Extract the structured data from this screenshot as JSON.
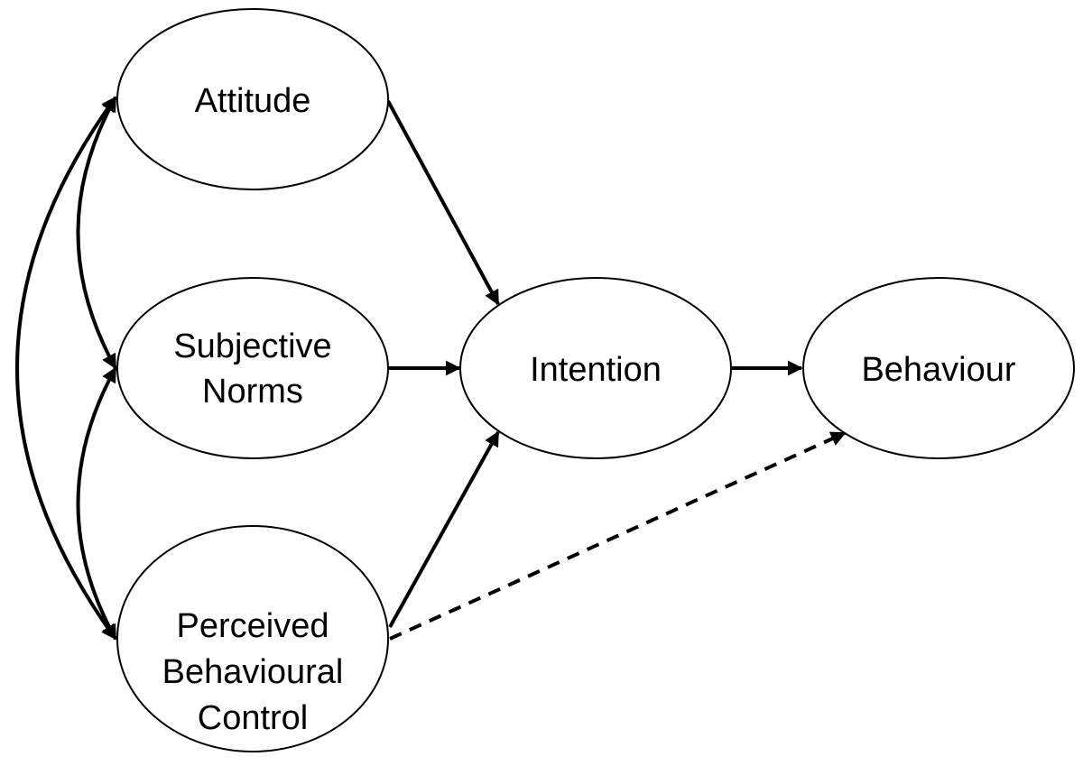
{
  "nodes": {
    "attitude": {
      "label": "Attitude"
    },
    "subjective_norms": {
      "line1": "Subjective",
      "line2": "Norms"
    },
    "pbc": {
      "line1": "Perceived",
      "line2": "Behavioural",
      "line3": "Control"
    },
    "intention": {
      "label": "Intention"
    },
    "behaviour": {
      "label": "Behaviour"
    }
  },
  "edges": [
    {
      "from": "attitude",
      "to": "intention",
      "style": "solid"
    },
    {
      "from": "subjective_norms",
      "to": "intention",
      "style": "solid"
    },
    {
      "from": "pbc",
      "to": "intention",
      "style": "solid"
    },
    {
      "from": "intention",
      "to": "behaviour",
      "style": "solid"
    },
    {
      "from": "pbc",
      "to": "behaviour",
      "style": "dashed"
    },
    {
      "from": "attitude",
      "to": "subjective_norms",
      "style": "double-headed-curved"
    },
    {
      "from": "subjective_norms",
      "to": "pbc",
      "style": "double-headed-curved"
    },
    {
      "from": "attitude",
      "to": "pbc",
      "style": "double-headed-curved"
    }
  ],
  "colors": {
    "stroke": "#000000",
    "fill": "#ffffff",
    "background": "#ffffff"
  }
}
